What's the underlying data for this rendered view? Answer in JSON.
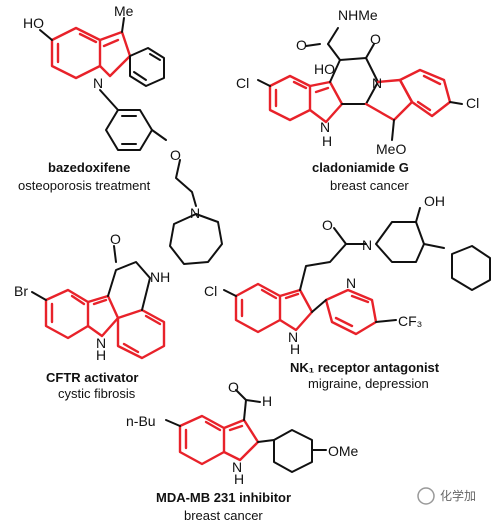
{
  "structures": [
    {
      "name": "bazedoxifene",
      "use": "osteoporosis treatment",
      "atoms": [
        "HO",
        "Me",
        "N",
        "O",
        "N"
      ]
    },
    {
      "name": "cladoniamide G",
      "use": "breast cancer",
      "atoms": [
        "NHMe",
        "O",
        "O",
        "HO",
        "Cl",
        "N",
        "N",
        "H",
        "Cl",
        "MeO"
      ]
    },
    {
      "name": "CFTR activator",
      "use": "cystic fibrosis",
      "atoms": [
        "Br",
        "O",
        "NH",
        "N",
        "H"
      ]
    },
    {
      "name": "NK₁ receptor antagonist",
      "use": "migraine, depression",
      "atoms": [
        "OH",
        "O",
        "N",
        "Cl",
        "N",
        "N",
        "H",
        "CF₃"
      ]
    },
    {
      "name": "MDA-MB 231 inhibitor",
      "use": "breast cancer",
      "atoms": [
        "O",
        "H",
        "n-Bu",
        "N",
        "H",
        "OMe"
      ]
    }
  ],
  "watermark": "化学加",
  "colors": {
    "scaffold": "#e8222a",
    "bonds": "#111111"
  }
}
